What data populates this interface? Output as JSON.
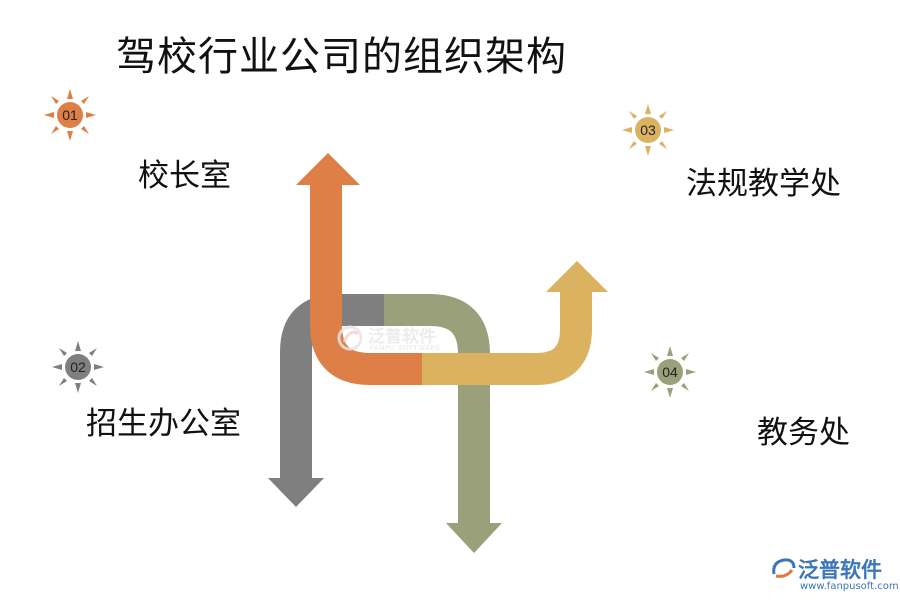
{
  "title": "驾校行业公司的组织架构",
  "nodes": [
    {
      "number": "01",
      "label": "校长室",
      "color": "#de7f47"
    },
    {
      "number": "02",
      "label": "招生办公室",
      "color": "#7f7f7f"
    },
    {
      "number": "03",
      "label": "法规教学处",
      "color": "#dbb25f"
    },
    {
      "number": "04",
      "label": "教务处",
      "color": "#9aa07a"
    }
  ],
  "watermark": {
    "brand": "泛普软件",
    "sub": "FANPU SOFTWARE"
  },
  "logo": {
    "brand": "泛普软件",
    "url": "www.fanpusoft.com",
    "color": "#3a76b8"
  }
}
